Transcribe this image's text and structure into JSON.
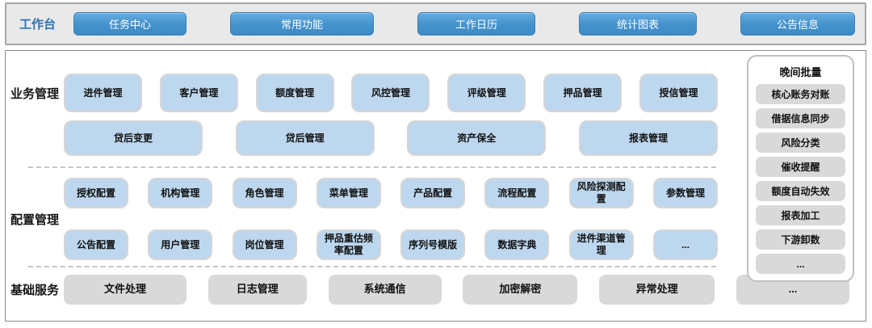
{
  "topbar": {
    "label": "工作台",
    "buttons": [
      "任务中心",
      "常用功能",
      "工作日历",
      "统计图表",
      "公告信息"
    ]
  },
  "sections": {
    "business": {
      "label": "业务管理",
      "row1": [
        "进件管理",
        "客户管理",
        "额度管理",
        "风控管理",
        "评级管理",
        "押品管理",
        "授信管理"
      ],
      "row2": [
        "贷后变更",
        "贷后管理",
        "资产保全",
        "报表管理"
      ]
    },
    "config": {
      "label": "配置管理",
      "row1": [
        "授权配置",
        "机构管理",
        "角色管理",
        "菜单管理",
        "产品配置",
        "流程配置",
        "风险探测配置",
        "参数管理"
      ],
      "row2": [
        "公告配置",
        "用户管理",
        "岗位管理",
        "押品重估频率配置",
        "序列号模版",
        "数据字典",
        "进件渠道管理",
        "..."
      ]
    },
    "base": {
      "label": "基础服务",
      "items": [
        "文件处理",
        "日志管理",
        "系统通信",
        "加密解密",
        "异常处理",
        "..."
      ]
    }
  },
  "night_batch": {
    "title": "晚间批量",
    "items": [
      "核心账务对账",
      "借据信息同步",
      "风险分类",
      "催收提醒",
      "额度自动失效",
      "报表加工",
      "下游卸数",
      "..."
    ]
  },
  "colors": {
    "workbench_label_blue": "#2E74B5",
    "button_blue_top": "#66ACE0",
    "button_blue_bottom": "#3E8BC6",
    "module_box_blue": "#BDD7EE",
    "module_box_border": "#D6D6D6",
    "grey_box": "#D9D9D9",
    "topbar_bg": "#E9E9E9",
    "panel_border": "#8A8A8A"
  }
}
